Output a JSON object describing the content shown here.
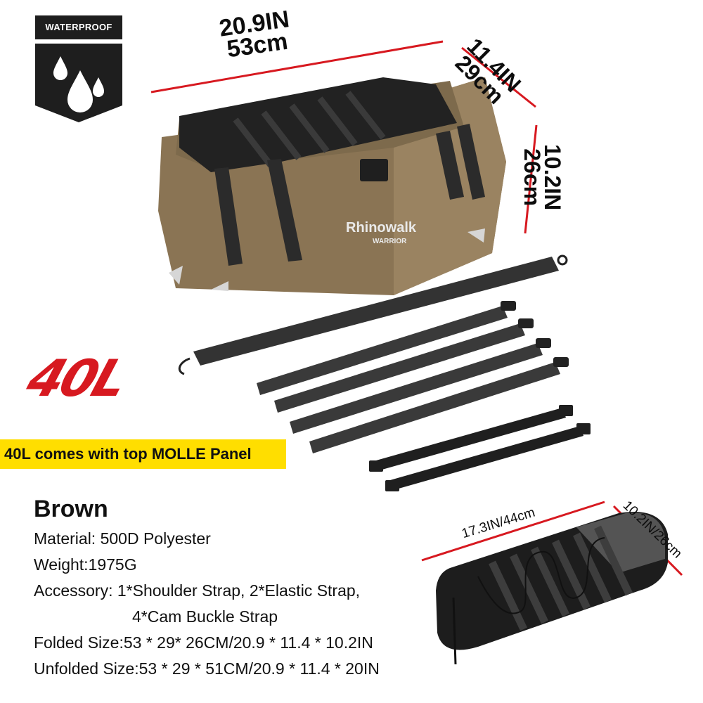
{
  "badge": {
    "label": "WATERPROOF",
    "icon": "water-drops-icon"
  },
  "dimensions": {
    "length": {
      "in": "20.9IN",
      "cm": "53cm"
    },
    "width": {
      "in": "11.4IN",
      "cm": "29cm"
    },
    "height": {
      "in": "10.2IN",
      "cm": "26cm"
    },
    "panel_length": "17.3IN/44cm",
    "panel_width": "10.2IN/26cm"
  },
  "colors": {
    "accent_red": "#d71920",
    "banner_yellow": "#ffde00",
    "bag_brown": "#8a7454",
    "strap_black": "#2b2b2b"
  },
  "product": {
    "capacity": "40L",
    "brand": "Rhinowalk",
    "subbrand": "WARRIOR",
    "banner": "40L comes with top MOLLE Panel"
  },
  "specs": {
    "color": "Brown",
    "material": "Material: 500D Polyester",
    "weight": "Weight:1975G",
    "accessory_line1": "Accessory: 1*Shoulder Strap, 2*Elastic Strap,",
    "accessory_line2": "4*Cam Buckle Strap",
    "folded": "Folded Size:53 * 29* 26CM/20.9 *  11.4 *  10.2IN",
    "unfolded": "Unfolded Size:53 * 29 * 51CM/20.9 * 11.4 * 20IN"
  }
}
